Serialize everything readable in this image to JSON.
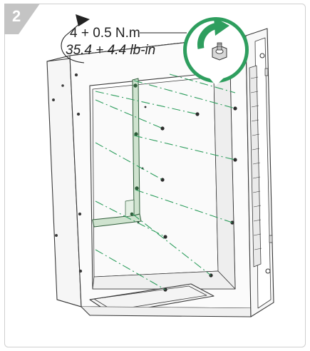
{
  "step": {
    "number": "2"
  },
  "torque": {
    "metric": "4 + 0.5 N.m",
    "imperial": "35.4 + 4.4 lb-in"
  },
  "colors": {
    "badge": "#c4c4c4",
    "frame": "#cfcfcf",
    "accent_green": "#2e9e5e",
    "mounting_plate_green": "#cfe3cf",
    "line": "#3a3a3a"
  },
  "icons": {
    "rotation_arrow": "curved-arrow-clockwise-icon",
    "detail_callout": "nut-tighten-callout-icon"
  }
}
